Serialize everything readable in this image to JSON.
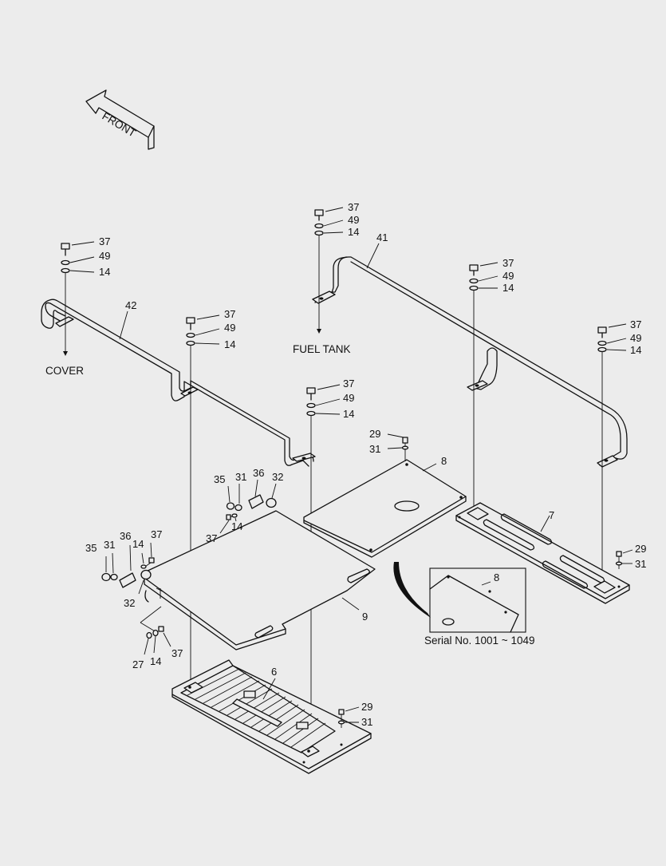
{
  "direction_arrow": {
    "label": "FRONT"
  },
  "notes": {
    "cover": "COVER",
    "fuel_tank": "FUEL TANK",
    "serial": "Serial No. 1001 ~ 1049"
  },
  "parts": {
    "p6": "6",
    "p7": "7",
    "p8": "8",
    "p8_inset": "8",
    "p9": "9",
    "p41": "41",
    "p42": "42",
    "p27": "27",
    "p29": "29",
    "p31": "31",
    "p32": "32",
    "p35": "35",
    "p36": "36",
    "p37": "37",
    "p49": "49",
    "p14": "14"
  }
}
